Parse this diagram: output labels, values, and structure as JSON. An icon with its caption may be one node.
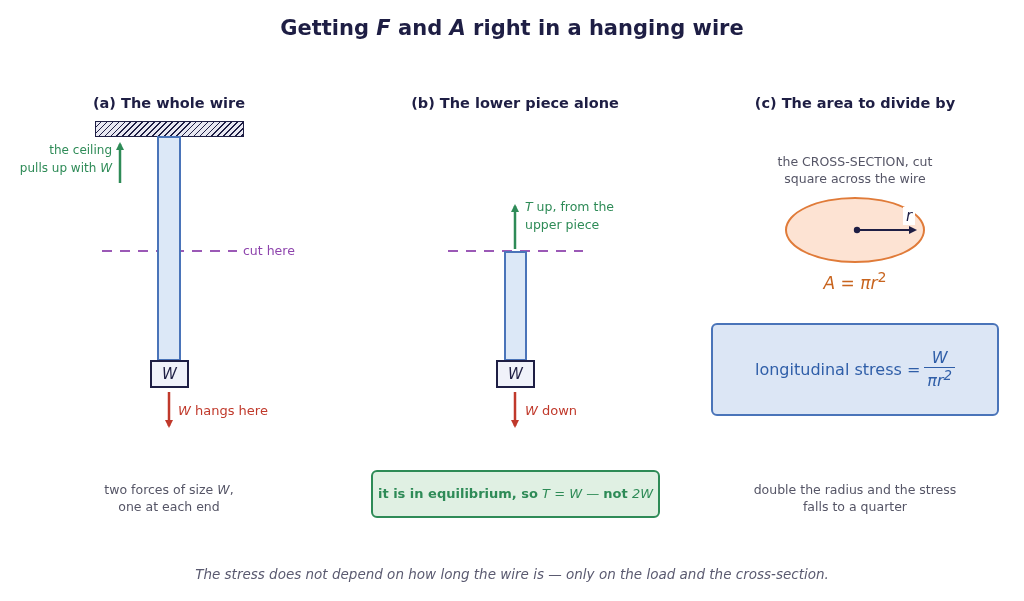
{
  "diagram": {
    "title": "Getting *F* and *A* right in a hanging wire",
    "caption": "The stress does not depend on how long the wire is — only on the load and the cross-section.",
    "nodes": [
      {
        "text": [],
        "shape": "bar"
      },
      {
        "text": [],
        "shape": "bar"
      },
      {
        "text": [
          "W"
        ]
      },
      {
        "text": [],
        "shape": "bar"
      },
      {
        "text": [
          "W"
        ]
      },
      {
        "text": [
          "r"
        ]
      },
      {
        "text": [
          "longitudinal stress =",
          "W",
          "πr$^{2}$"
        ]
      },
      {
        "text": [
          "**it is in equilibrium, so** *T* = *W* — **not** *2W*"
        ]
      }
    ],
    "labels": [
      "(a) The whole wire",
      "the ceiling pulls up with *W*",
      "cut here",
      "*W* hangs here",
      "two forces of size *W*, one at each end",
      "(b) The lower piece alone",
      "*T* up, from the upper piece",
      "*W* down",
      "(c) The area to divide by",
      "the CROSS-SECTION, cut square across the wire",
      "*A* = *πr*$^{2}$",
      "double the radius and the stress falls to a quarter"
    ]
  }
}
